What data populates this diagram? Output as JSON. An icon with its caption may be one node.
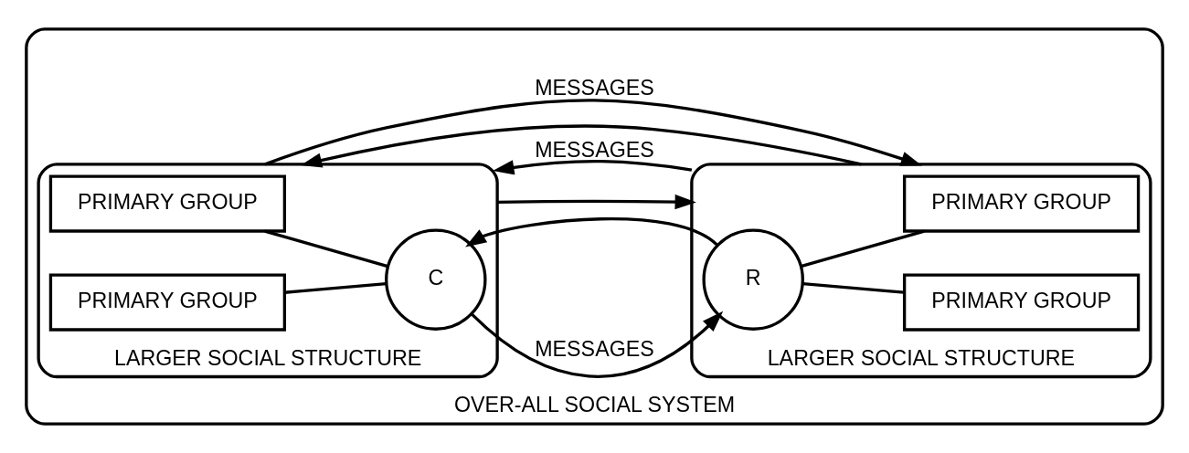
{
  "diagram": {
    "nodes": [
      {
        "text": [
          "OVER-ALL SOCIAL SYSTEM"
        ]
      },
      {
        "text": [
          "LARGER SOCIAL STRUCTURE"
        ],
        "in": 0
      },
      {
        "text": [
          "PRIMARY GROUP"
        ],
        "in": 1
      },
      {
        "text": [
          "PRIMARY GROUP"
        ],
        "in": 1
      },
      {
        "text": [
          "C"
        ],
        "in": 1
      },
      {
        "text": [
          "LARGER SOCIAL STRUCTURE"
        ],
        "in": 0
      },
      {
        "text": [
          "R"
        ],
        "in": 5
      },
      {
        "text": [
          "PRIMARY GROUP"
        ],
        "in": 5
      },
      {
        "text": [
          "PRIMARY GROUP"
        ],
        "in": 5
      }
    ],
    "edges": [
      {
        "from": 2,
        "to": 4,
        "arrow": "none"
      },
      {
        "from": 3,
        "to": 4,
        "arrow": "none"
      },
      {
        "from": 1,
        "to": 5,
        "arrow": "to"
      },
      {
        "from": 5,
        "to": 1,
        "arrow": "to",
        "label": "MESSAGES"
      },
      {
        "from": 6,
        "to": 4,
        "arrow": "to"
      },
      {
        "from": 4,
        "to": 6,
        "arrow": "to",
        "label": "MESSAGES"
      },
      {
        "from": 5,
        "to": 1,
        "arrow": "to"
      },
      {
        "from": 1,
        "to": 5,
        "arrow": "to",
        "label": "MESSAGES"
      },
      {
        "from": 6,
        "to": 7,
        "arrow": "none"
      },
      {
        "from": 6,
        "to": 8,
        "arrow": "none"
      }
    ]
  }
}
